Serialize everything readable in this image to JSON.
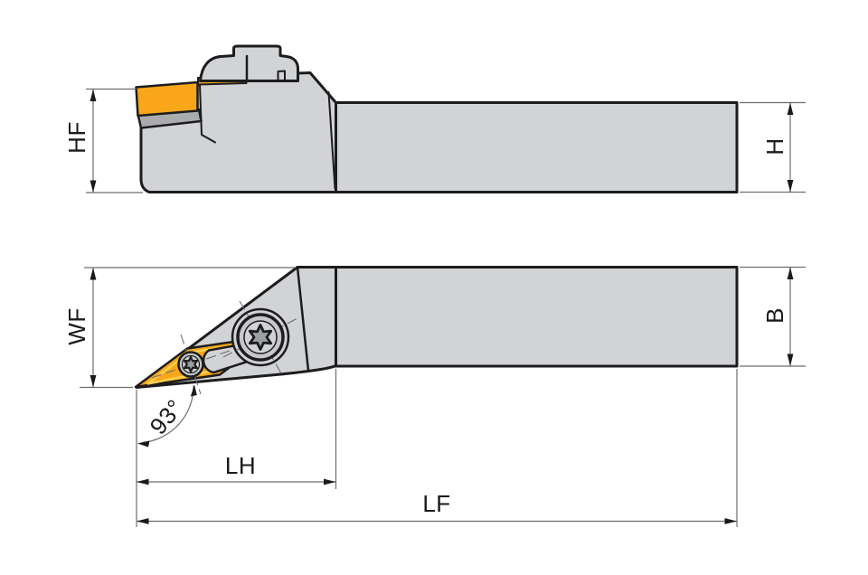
{
  "labels": {
    "hf": "HF",
    "h": "H",
    "wf": "WF",
    "b": "B",
    "lh": "LH",
    "lf": "LF",
    "angle": "93°"
  },
  "colors": {
    "background": "#ffffff",
    "body": "#d2d3d5",
    "outline": "#1d1d1f",
    "insert": "#f9a61a",
    "insert_edge": "#ffd24f",
    "shim": "#a9abac",
    "screw_head": "#c6c8c9",
    "screw_inner": "#d0d2d3",
    "screw_star": "#9da0a1",
    "dimension_line": "#6e6e6e",
    "text": "#1a1a1a"
  }
}
